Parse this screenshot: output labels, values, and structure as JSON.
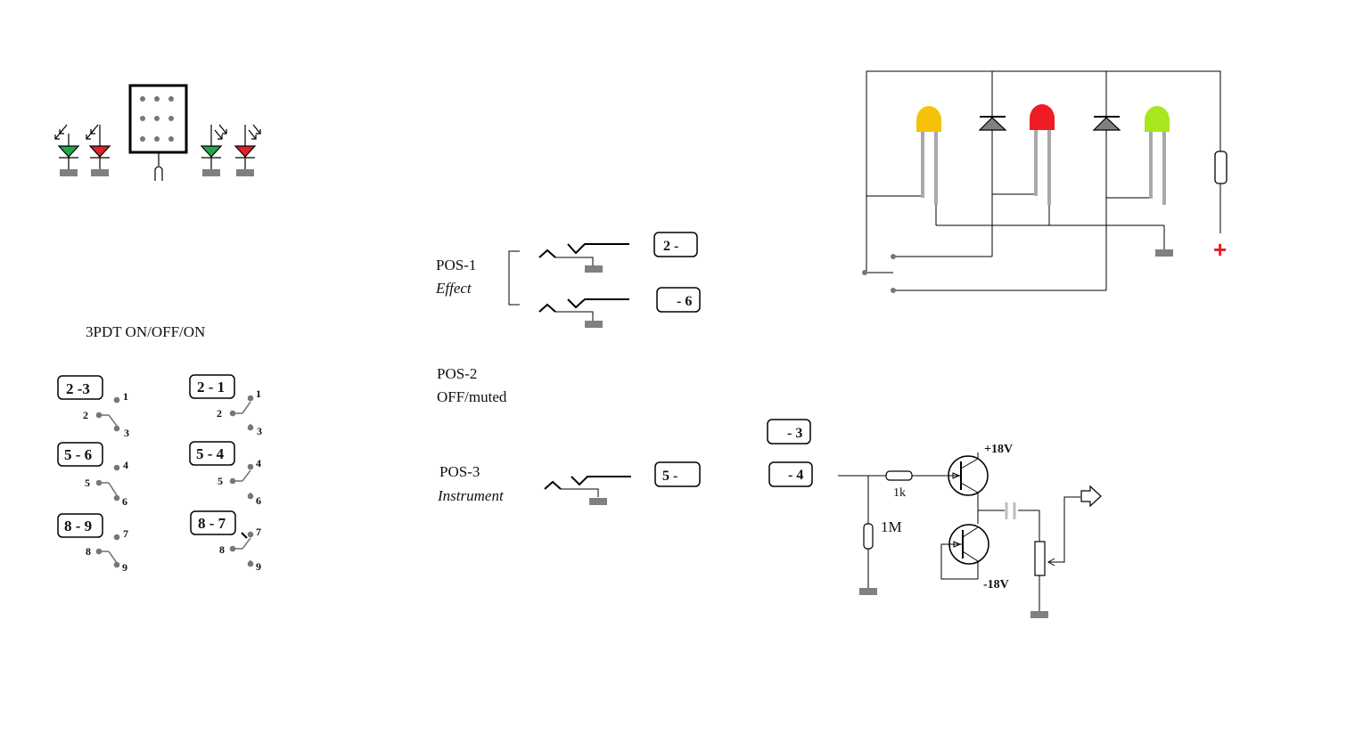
{
  "switch_title": "3PDT   ON/OFF/ON",
  "switch_left": [
    {
      "box": "2 -3",
      "top": "1",
      "common": "2",
      "bottom": "3"
    },
    {
      "box": "5 - 6",
      "top": "4",
      "common": "5",
      "bottom": "6"
    },
    {
      "box": "8 - 9",
      "top": "7",
      "common": "8",
      "bottom": "9"
    }
  ],
  "switch_right": [
    {
      "box": "2 - 1",
      "top": "1",
      "common": "2",
      "bottom": "3"
    },
    {
      "box": "5 - 4",
      "top": "4",
      "common": "5",
      "bottom": "6"
    },
    {
      "box": "8 - 7",
      "top": "7",
      "common": "8",
      "bottom": "9"
    }
  ],
  "pos1": {
    "label": "POS-1",
    "sub": "Effect",
    "box_a": "2 -",
    "box_b": "- 6"
  },
  "pos2": {
    "label": "POS-2",
    "sub": "OFF/muted"
  },
  "pos3": {
    "label": "POS-3",
    "sub": "Instrument",
    "box_a": "5 -"
  },
  "buffer_boxes": {
    "upper": "- 3",
    "lower": "- 4"
  },
  "buffer": {
    "r_series": "1k",
    "r_ground": "1M",
    "v_pos": "+18V",
    "v_neg": "-18V"
  },
  "led_supply_plus": "+",
  "colors": {
    "led_yellow": "#f5c20a",
    "led_red": "#ee1c24",
    "led_green": "#a8e61d",
    "indicator_green": "#22a84a",
    "indicator_red": "#e0202a",
    "ground": "#808080",
    "wire": "#000000",
    "plus_sign": "#e0202a"
  }
}
